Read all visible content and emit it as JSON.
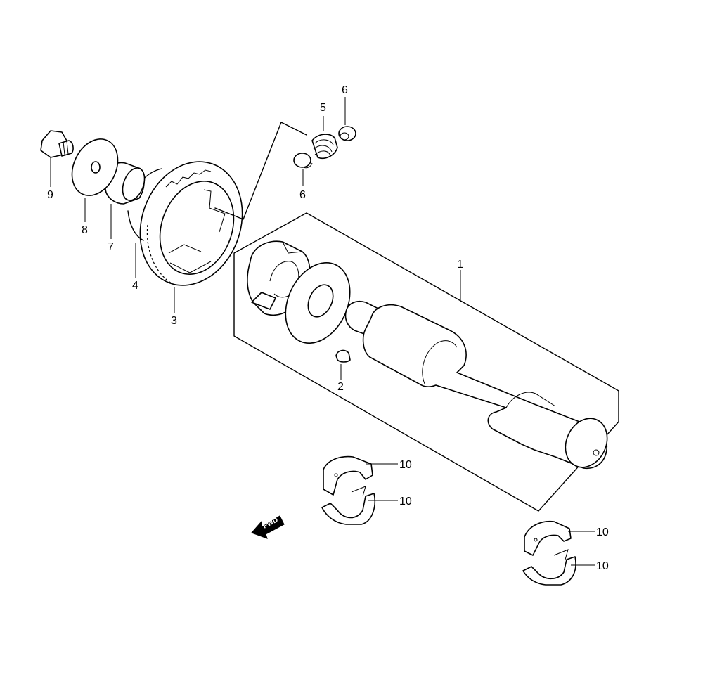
{
  "diagram": {
    "callouts": [
      {
        "id": "c1",
        "text": "1"
      },
      {
        "id": "c2",
        "text": "2"
      },
      {
        "id": "c3",
        "text": "3"
      },
      {
        "id": "c4",
        "text": "4"
      },
      {
        "id": "c5",
        "text": "5"
      },
      {
        "id": "c6a",
        "text": "6"
      },
      {
        "id": "c6b",
        "text": "6"
      },
      {
        "id": "c7",
        "text": "7"
      },
      {
        "id": "c8",
        "text": "8"
      },
      {
        "id": "c9",
        "text": "9"
      },
      {
        "id": "c10a",
        "text": "10"
      },
      {
        "id": "c10b",
        "text": "10"
      },
      {
        "id": "c10c",
        "text": "10"
      },
      {
        "id": "c10d",
        "text": "10"
      }
    ],
    "fwd_label": "FWD"
  }
}
